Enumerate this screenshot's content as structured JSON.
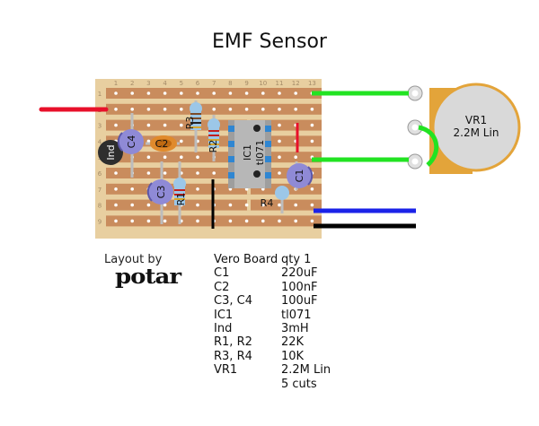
{
  "title": "EMF Sensor",
  "credit": {
    "label": "Layout by",
    "logo_text": "potar"
  },
  "board": {
    "columns": [
      "1",
      "2",
      "3",
      "4",
      "5",
      "6",
      "7",
      "8",
      "9",
      "10",
      "11",
      "12",
      "13"
    ],
    "rows": [
      "1",
      "2",
      "3",
      "4",
      "5",
      "6",
      "7",
      "8",
      "9"
    ]
  },
  "components": {
    "c4": "C4",
    "c2": "C2",
    "c3": "C3",
    "c1": "C1",
    "ind": "Ind",
    "r1": "R1",
    "r2": "R2",
    "r3": "R3",
    "r4": "R4",
    "ic1_name": "IC1",
    "ic1_part": "tl071",
    "vr1_name": "VR1",
    "vr1_value": "2.2M Lin"
  },
  "bom": {
    "header": {
      "name": "Vero Board",
      "qty": "qty 1"
    },
    "items": [
      {
        "name": "C1",
        "qty": "220uF"
      },
      {
        "name": "C2",
        "qty": "100nF"
      },
      {
        "name": "C3, C4",
        "qty": "100uF"
      },
      {
        "name": "IC1",
        "qty": "tl071"
      },
      {
        "name": "Ind",
        "qty": "3mH"
      },
      {
        "name": "R1, R2",
        "qty": "22K"
      },
      {
        "name": "R3, R4",
        "qty": "10K"
      },
      {
        "name": "VR1",
        "qty": "2.2M Lin"
      },
      {
        "name": "",
        "qty": "5 cuts"
      }
    ]
  },
  "colors": {
    "board": "#e8cfa0",
    "strip": "#c98c5d",
    "hole": "#ffffff",
    "electrolytic": "#8f8ad6",
    "resistor": "#9cc7e8",
    "ic": "#b7b7b7",
    "ic_pin": "#2f86d2",
    "inductor": "#2e2e2e",
    "ceramic": "#e08a2c",
    "pot": "#e3a43a",
    "wire_red": "#e8102a",
    "wire_green": "#22e322",
    "wire_blue": "#1a22e8",
    "wire_black": "#000000",
    "leg": "#bdbdbd"
  }
}
